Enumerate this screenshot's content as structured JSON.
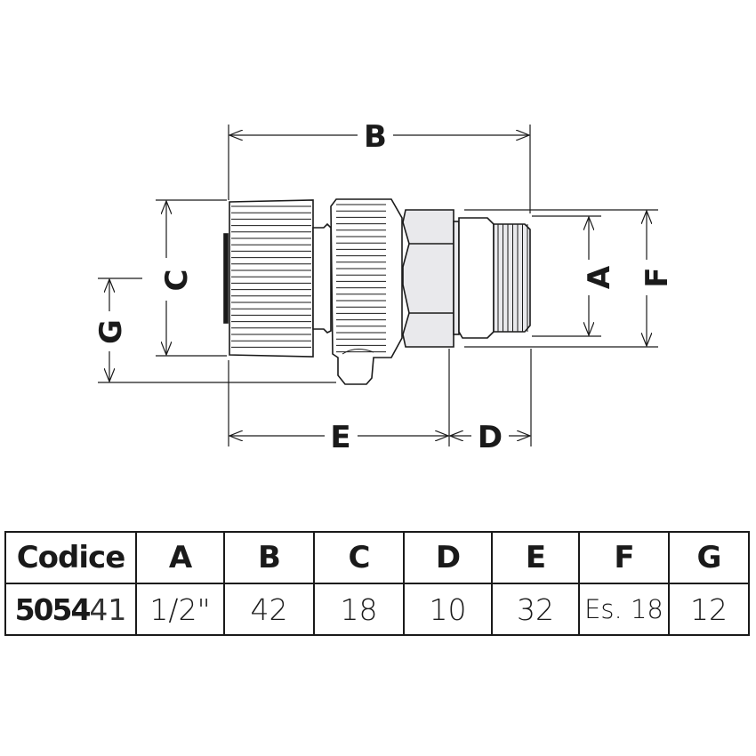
{
  "dimensions": {
    "A": "A",
    "B": "B",
    "C": "C",
    "D": "D",
    "E": "E",
    "F": "F",
    "G": "G"
  },
  "table": {
    "headers": [
      "Codice",
      "A",
      "B",
      "C",
      "D",
      "E",
      "F",
      "G"
    ],
    "row": {
      "code_bold": "5054",
      "code_suffix": "41",
      "values": [
        "1/2\"",
        "42",
        "18",
        "10",
        "32",
        "Es. 18",
        "12"
      ]
    }
  },
  "colors": {
    "line": "#1a1a1a",
    "hex_fill": "#e9e9ec"
  }
}
